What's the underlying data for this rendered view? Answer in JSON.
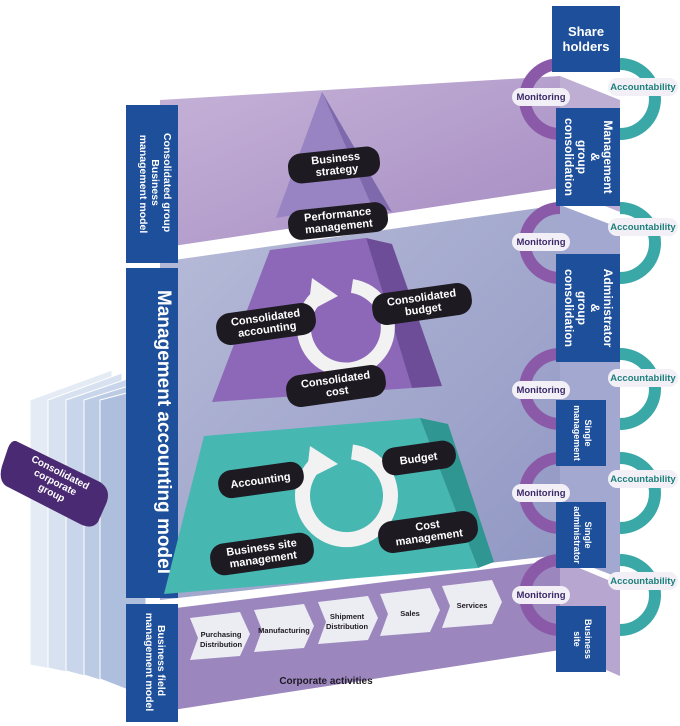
{
  "side_labels": {
    "group_business": "Consolidated group Business management model",
    "management_accounting": "Management accounting model",
    "business_field": "Business field management model",
    "consolidated_corporate_group": "Consolidated corporate group"
  },
  "pyramid": {
    "top": [
      "Business strategy",
      "Performance management"
    ],
    "middle": [
      "Consolidated accounting",
      "Consolidated budget",
      "Consolidated cost"
    ],
    "bottom": [
      "Accounting",
      "Budget",
      "Business site management",
      "Cost management"
    ]
  },
  "activities": {
    "steps": [
      "Purchasing Distribution",
      "Manufacturing",
      "Shipment Distribution",
      "Sales",
      "Services"
    ],
    "caption": "Corporate activities"
  },
  "hierarchy": {
    "nodes": [
      "Share holders",
      "Management & group consolidation",
      "Administrator & group consolidation",
      "Single management",
      "Single administrator",
      "Business site"
    ],
    "monitoring": "Monitoring",
    "accountability": "Accountability"
  },
  "colors": {
    "navy": "#1d4f9b",
    "lavender": "#b9a7cc",
    "periwinkle": "#aeb2d2",
    "purple_dark": "#7f5aa6",
    "purple_mid": "#9a78bc",
    "teal": "#47b7b2",
    "pill": "#1e1a22",
    "corporate_group": "#4a2a72",
    "monitoring_arrow": "#8a5aa8",
    "accountability_arrow": "#3aa8a6"
  }
}
